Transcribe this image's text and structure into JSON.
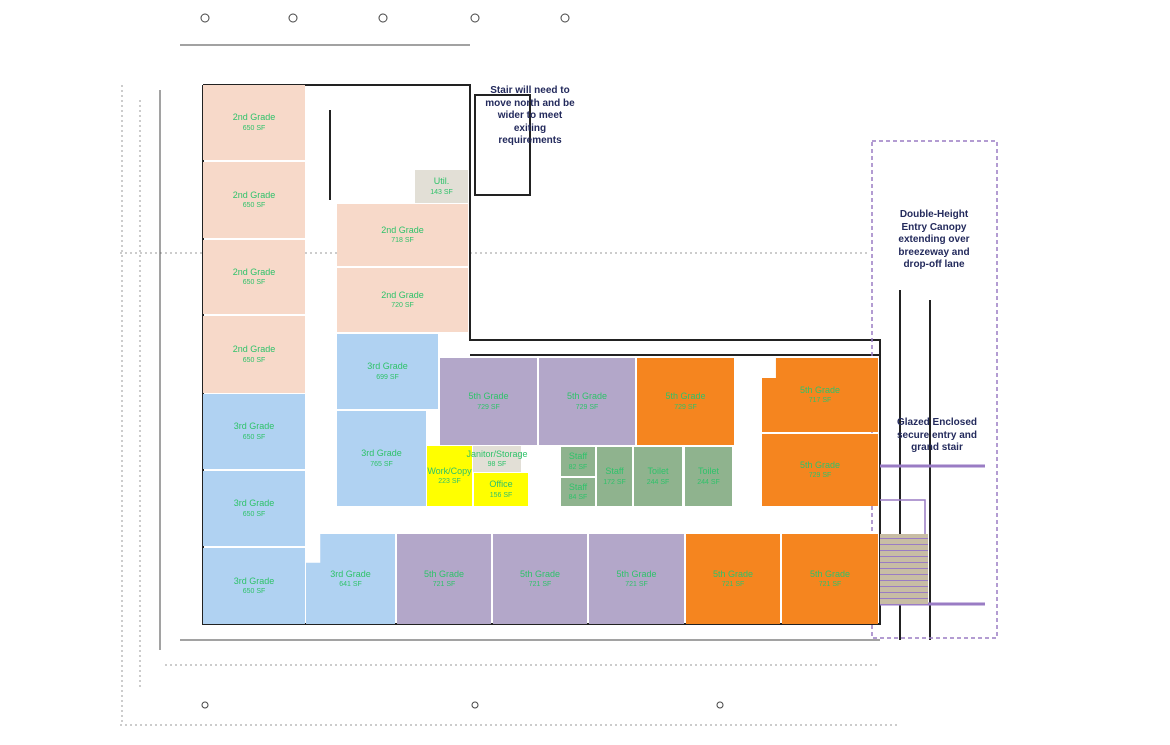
{
  "colors": {
    "second_grade": "#f7d9c9",
    "third_grade": "#b0d2f2",
    "fifth_grade_a": "#b3a7c9",
    "fifth_grade_b": "#f5851f",
    "support": "#8fb38e",
    "admin": "#ffff00",
    "utility": "#e2dfd6",
    "label": "#2fc26a",
    "annotation": "#232a5c",
    "canopy_outline": "#9a7cc4"
  },
  "rooms": [
    {
      "name": "2nd Grade",
      "area": "650 SF"
    },
    {
      "name": "2nd Grade",
      "area": "650 SF"
    },
    {
      "name": "2nd Grade",
      "area": "650 SF"
    },
    {
      "name": "2nd Grade",
      "area": "650 SF"
    },
    {
      "name": "3rd Grade",
      "area": "650 SF"
    },
    {
      "name": "3rd Grade",
      "area": "650 SF"
    },
    {
      "name": "3rd Grade",
      "area": "650 SF"
    },
    {
      "name": "Util.",
      "area": "143 SF"
    },
    {
      "name": "2nd Grade",
      "area": "718 SF"
    },
    {
      "name": "2nd Grade",
      "area": "720 SF"
    },
    {
      "name": "3rd Grade",
      "area": "699 SF"
    },
    {
      "name": "3rd Grade",
      "area": "765 SF"
    },
    {
      "name": "5th Grade",
      "area": "729 SF"
    },
    {
      "name": "5th Grade",
      "area": "729 SF"
    },
    {
      "name": "5th Grade",
      "area": "729 SF"
    },
    {
      "name": "Work/Copy",
      "area": "223 SF"
    },
    {
      "name": "Janitor/Storage",
      "area": "98 SF"
    },
    {
      "name": "Office",
      "area": "156 SF"
    },
    {
      "name": "Staff",
      "area": "82 SF"
    },
    {
      "name": "Staff",
      "area": "84 SF"
    },
    {
      "name": "Staff",
      "area": "172 SF"
    },
    {
      "name": "Toilet",
      "area": "244 SF"
    },
    {
      "name": "Toilet",
      "area": "244 SF"
    },
    {
      "name": "5th Grade",
      "area": "717 SF"
    },
    {
      "name": "5th Grade",
      "area": "729 SF"
    },
    {
      "name": "3rd Grade",
      "area": "641 SF"
    },
    {
      "name": "5th Grade",
      "area": "721 SF"
    },
    {
      "name": "5th Grade",
      "area": "721 SF"
    },
    {
      "name": "5th Grade",
      "area": "721 SF"
    },
    {
      "name": "5th Grade",
      "area": "721 SF"
    },
    {
      "name": "5th Grade",
      "area": "721 SF"
    }
  ],
  "annotations": {
    "stair": "Stair will need to move north and be wider to meet exiting requirements",
    "canopy": "Double-Height Entry Canopy extending over breezeway and drop-off lane",
    "entry": "Glazed Enclosed secure entry and grand stair"
  }
}
